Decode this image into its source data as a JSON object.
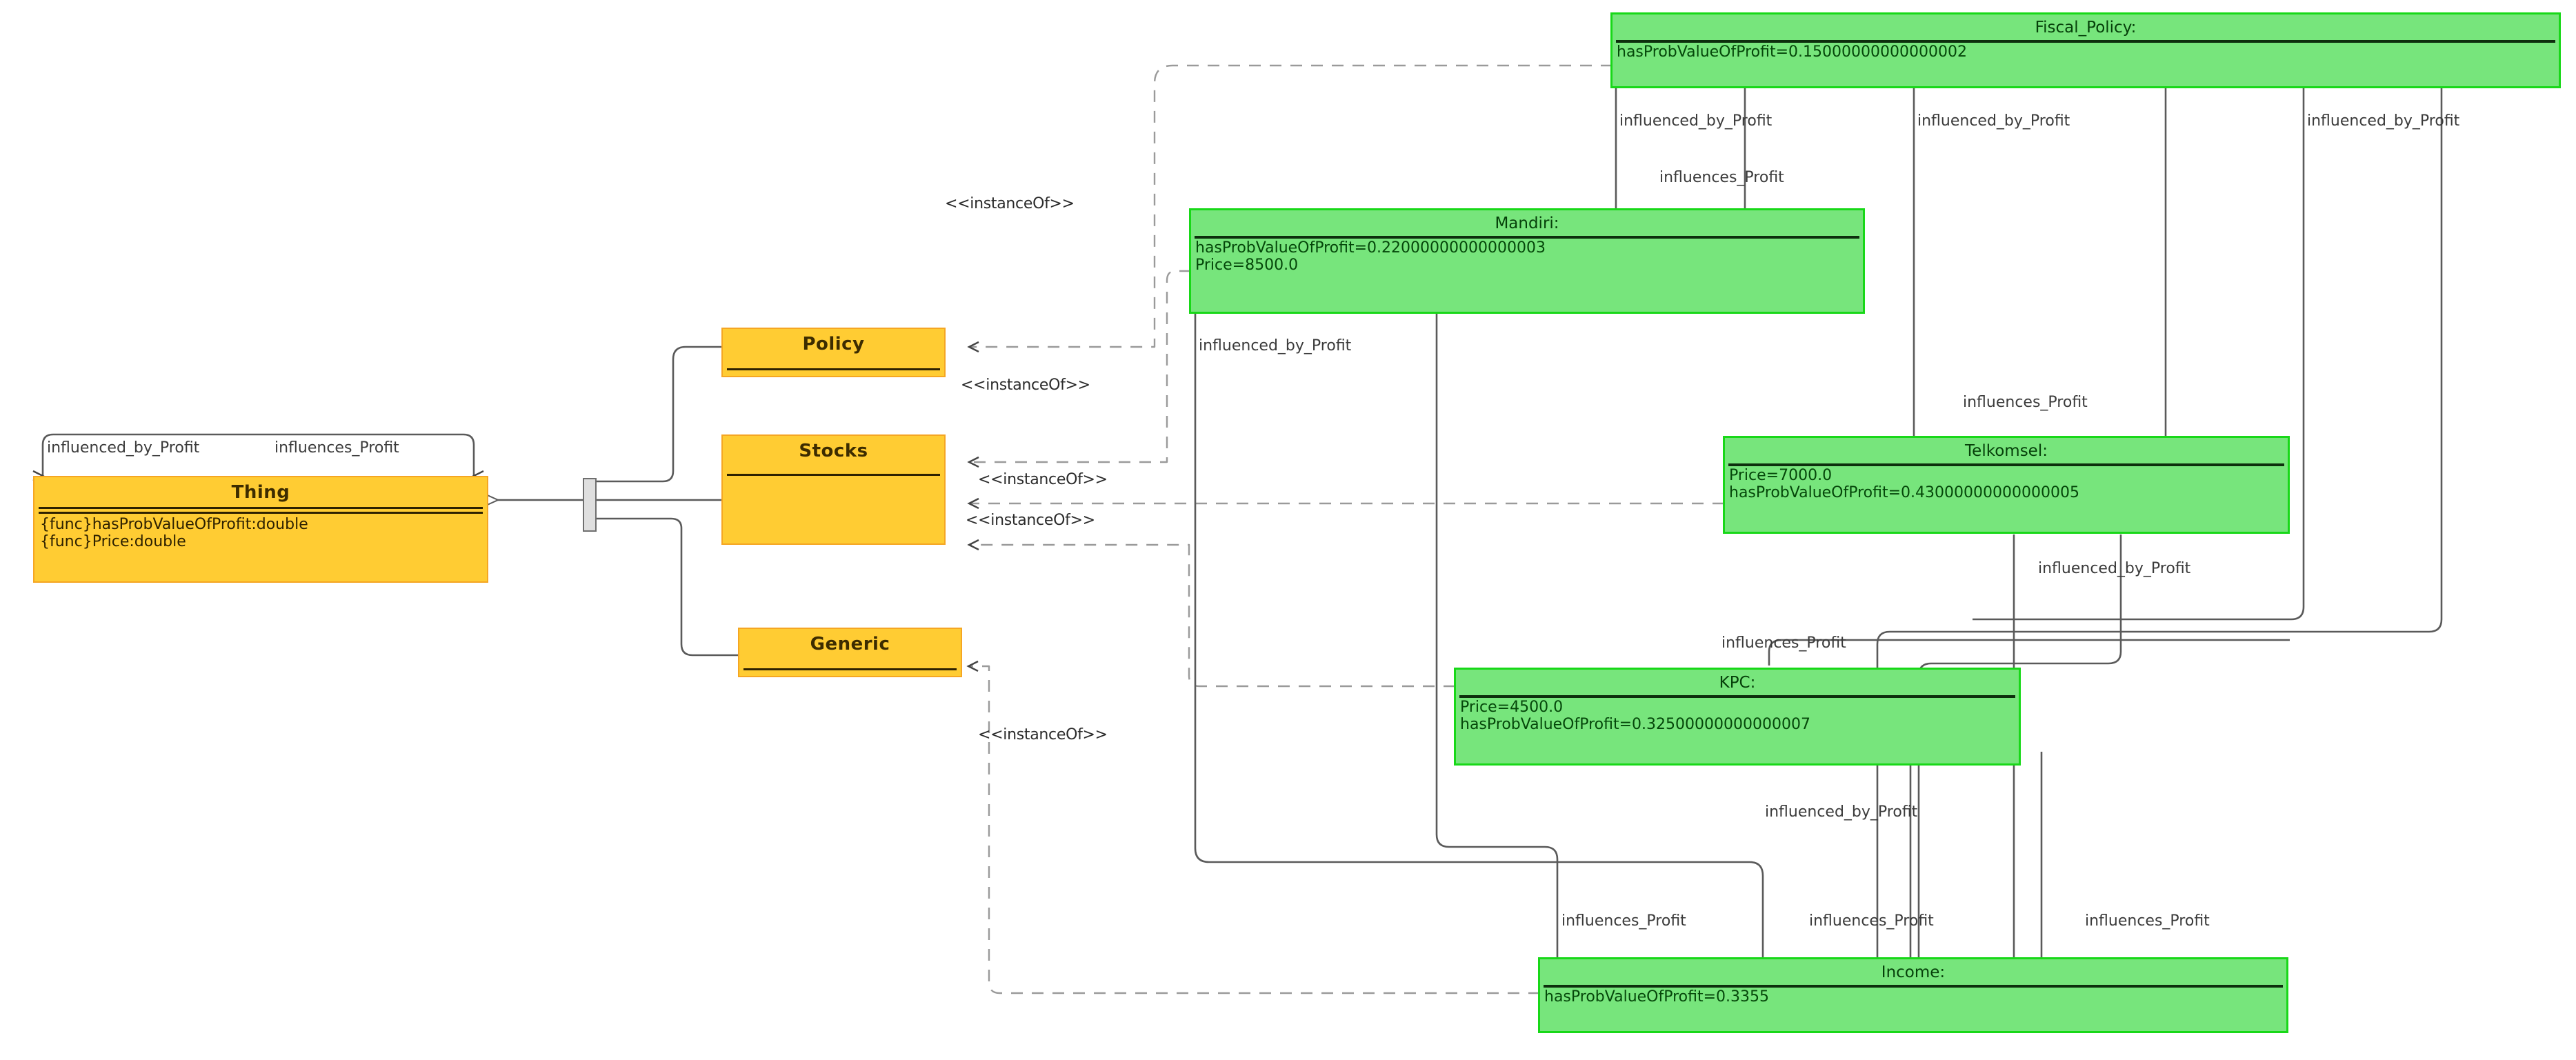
{
  "diagram": {
    "title": "UML Class and Object Diagram",
    "colors": {
      "class_fill": "#FFCC33",
      "class_border": "#F5A623",
      "object_fill": "#77E57C",
      "object_border": "#18D818",
      "edge": "#5a5a5a",
      "background": "#FFFFFF"
    }
  },
  "classes": [
    {
      "id": "thing",
      "name": "Thing",
      "attributes": "{func}hasProbValueOfProfit:double\n{func}Price:double",
      "attribute_list": [
        "{func}hasProbValueOfProfit:double",
        "{func}Price:double"
      ]
    },
    {
      "id": "policy",
      "name": "Policy",
      "attributes": "",
      "attribute_list": []
    },
    {
      "id": "stocks",
      "name": "Stocks",
      "attributes": "",
      "attribute_list": []
    },
    {
      "id": "generic",
      "name": "Generic",
      "attributes": "",
      "attribute_list": []
    }
  ],
  "objects": [
    {
      "id": "fiscal_policy",
      "name": "Fiscal_Policy:",
      "slots": "hasProbValueOfProfit=0.15000000000000002",
      "slot_list": [
        "hasProbValueOfProfit=0.15000000000000002"
      ]
    },
    {
      "id": "mandiri",
      "name": "Mandiri:",
      "slots": "hasProbValueOfProfit=0.22000000000000003\nPrice=8500.0",
      "slot_list": [
        "hasProbValueOfProfit=0.22000000000000003",
        "Price=8500.0"
      ]
    },
    {
      "id": "telkomsel",
      "name": "Telkomsel:",
      "slots": "Price=7000.0\nhasProbValueOfProfit=0.43000000000000005",
      "slot_list": [
        "Price=7000.0",
        "hasProbValueOfProfit=0.43000000000000005"
      ]
    },
    {
      "id": "kpc",
      "name": "KPC:",
      "slots": "Price=4500.0\nhasProbValueOfProfit=0.32500000000000007",
      "slot_list": [
        "Price=4500.0",
        "hasProbValueOfProfit=0.32500000000000007"
      ]
    },
    {
      "id": "income",
      "name": "Income:",
      "slots": "hasProbValueOfProfit=0.3355",
      "slot_list": [
        "hasProbValueOfProfit=0.3355"
      ]
    }
  ],
  "stereotypes": {
    "instance_of": "<<instanceOf>>"
  },
  "instance_of_labels": [
    {
      "id": "io-fiscal",
      "text": "<<instanceOf>>"
    },
    {
      "id": "io-mandiri",
      "text": "<<instanceOf>>"
    },
    {
      "id": "io-telkomsel",
      "text": "<<instanceOf>>"
    },
    {
      "id": "io-kpc",
      "text": "<<instanceOf>>"
    },
    {
      "id": "io-income",
      "text": "<<instanceOf>>"
    }
  ],
  "edge_labels": {
    "influenced_by": "influenced_by_Profit",
    "influences": "influences_Profit",
    "self_influenced_by": "influenced_by_Profit",
    "self_influences": "influences_Profit",
    "items": [
      {
        "id": "lbl-thing-influenced",
        "text": "influenced_by_Profit"
      },
      {
        "id": "lbl-thing-influences",
        "text": "influences_Profit"
      },
      {
        "id": "lbl-fp-ib-1",
        "text": "influenced_by_Profit"
      },
      {
        "id": "lbl-fp-inf-1",
        "text": "influences_Profit"
      },
      {
        "id": "lbl-fp-ib-2",
        "text": "influenced_by_Profit"
      },
      {
        "id": "lbl-fp-inf-2",
        "text": "influences_Profit"
      },
      {
        "id": "lbl-fp-ib-3",
        "text": "influenced_by_Profit"
      },
      {
        "id": "lbl-md-ib-1",
        "text": "influenced_by_Profit"
      },
      {
        "id": "lbl-tk-ib-1",
        "text": "influenced_by_Profit"
      },
      {
        "id": "lbl-kpc-inf-1",
        "text": "influences_Profit"
      },
      {
        "id": "lbl-kpc-ib-1",
        "text": "influenced_by_Profit"
      },
      {
        "id": "lbl-in-inf-1",
        "text": "influences_Profit"
      },
      {
        "id": "lbl-in-inf-2",
        "text": "influences_Profit"
      },
      {
        "id": "lbl-in-inf-3",
        "text": "influences_Profit"
      }
    ]
  }
}
